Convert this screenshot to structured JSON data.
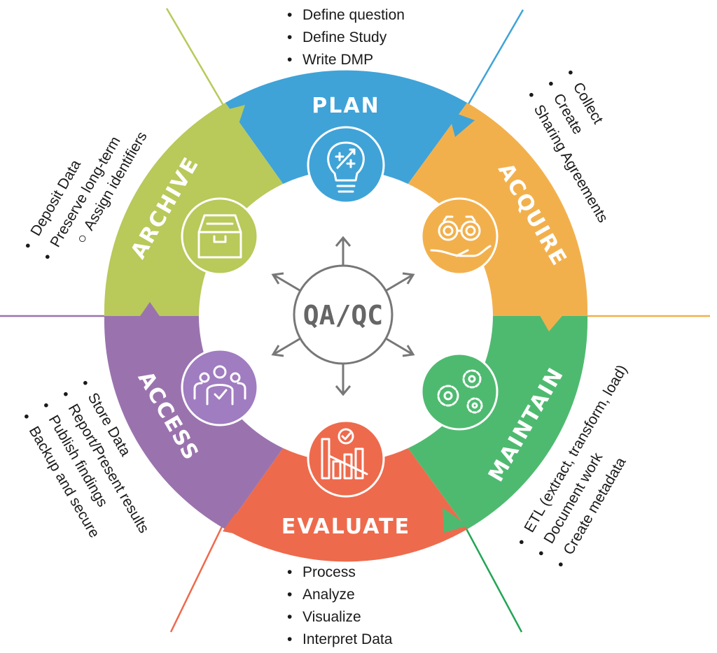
{
  "center_label": "QA/QC",
  "colors": {
    "plan": "#3FA3D8",
    "acquire": "#F2B04C",
    "maintain": "#4EBA70",
    "evaluate": "#EE6A4C",
    "access": "#9A73AE",
    "archive": "#B9C95A",
    "center": "#777777"
  },
  "stages": {
    "plan": {
      "label": "PLAN",
      "icon": "lightbulb-icon",
      "items": [
        "Define question",
        "Define Study",
        "Write DMP"
      ]
    },
    "acquire": {
      "label": "ACQUIRE",
      "icon": "binoculars-hand-icon",
      "items": [
        "Collect",
        "Create",
        "Sharing Agreements"
      ]
    },
    "maintain": {
      "label": "MAINTAIN",
      "icon": "gears-icon",
      "items": [
        "ETL (extract, transform, load)",
        "Document work",
        "Create metadata"
      ]
    },
    "evaluate": {
      "label": "EVALUATE",
      "icon": "bar-chart-check-icon",
      "items": [
        "Process",
        "Analyze",
        "Visualize",
        "Interpret Data"
      ]
    },
    "access": {
      "label": "ACCESS",
      "icon": "people-check-icon",
      "items": [
        "Store Data",
        "Report/Present results",
        "Publish findings",
        "Backup and secure"
      ]
    },
    "archive": {
      "label": "ARCHIVE",
      "icon": "archive-box-icon",
      "items": [
        "Deposit Data",
        "Preserve long-term",
        "Assign identifiers"
      ]
    }
  }
}
